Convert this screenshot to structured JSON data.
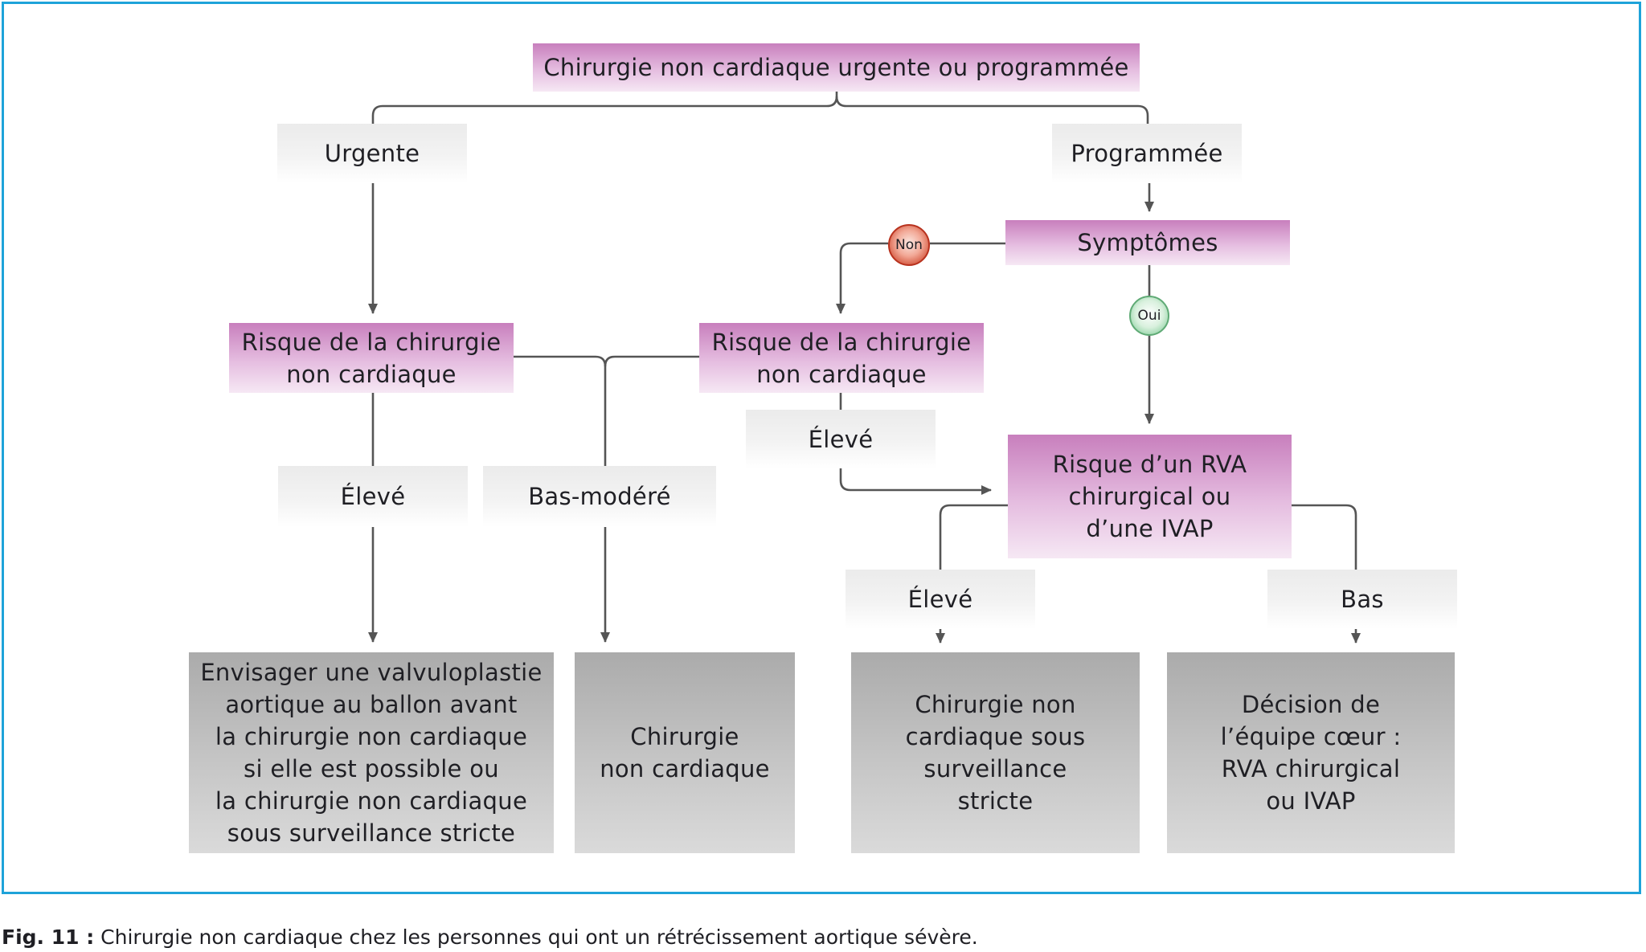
{
  "colors": {
    "frame": "#1ea3d9",
    "decision_box": "#d99ad0",
    "label_box": "#efefef",
    "outcome_box": "#c0c0c0",
    "connector": "#555555",
    "badge_non": "#cf4b32",
    "badge_oui": "#8fd2a3"
  },
  "nodes": {
    "root": "Chirurgie non cardiaque urgente ou programmée",
    "urgente": "Urgente",
    "programmee": "Programmée",
    "symptomes": "Symptômes",
    "risk_left": "Risque de la chirurgie\nnon cardiaque",
    "risk_middle": "Risque de la chirurgie\nnon cardiaque",
    "eleve_left": "Élevé",
    "bas_modere": "Bas-modéré",
    "eleve_middle": "Élevé",
    "risk_rva": "Risque d’un RVA\nchirurgical ou\nd’une IVAP",
    "eleve_right": "Élevé",
    "bas": "Bas",
    "outcome_valvuloplastie": "Envisager une valvuloplastie\naortique au ballon avant\nla chirurgie non cardiaque\nsi elle est possible ou\nla chirurgie non cardiaque\nsous surveillance stricte",
    "outcome_chirurgie": "Chirurgie\nnon cardiaque",
    "outcome_surveillance": "Chirurgie non\ncardiaque sous\nsurveillance\nstricte",
    "outcome_equipe": "Décision de\nl’équipe cœur :\nRVA chirurgical\nou IVAP"
  },
  "badges": {
    "non": "Non",
    "oui": "Oui"
  },
  "caption": {
    "label": "Fig. 11 :",
    "text": " Chirurgie non cardiaque chez les personnes qui ont un rétrécissement aortique sévère."
  }
}
